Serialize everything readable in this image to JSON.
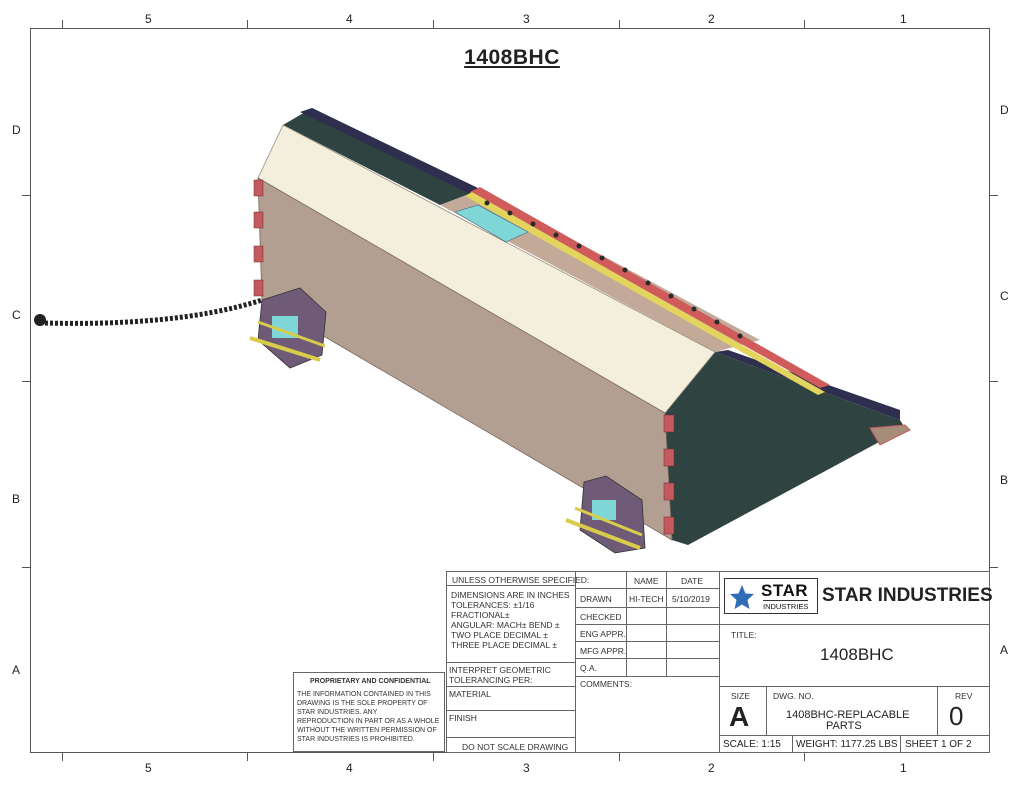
{
  "drawing": {
    "part_title": "1408BHC"
  },
  "zones": {
    "columns_top": [
      "5",
      "4",
      "3",
      "2",
      "1"
    ],
    "columns_bottom": [
      "5",
      "4",
      "3",
      "2",
      "1"
    ],
    "rows_left": [
      "D",
      "C",
      "B",
      "A"
    ],
    "rows_right": [
      "D",
      "C",
      "B",
      "A"
    ]
  },
  "tolerance_block": {
    "header": "UNLESS OTHERWISE SPECIFIED:",
    "line1": "DIMENSIONS ARE IN INCHES",
    "line2": "TOLERANCES: ±1/16",
    "line3": "FRACTIONAL±",
    "line4": "ANGULAR: MACH±    BEND ±",
    "line5": "TWO PLACE DECIMAL    ±",
    "line6": "THREE PLACE DECIMAL  ±",
    "interpret1": "INTERPRET GEOMETRIC",
    "interpret2": "TOLERANCING PER:",
    "material": "MATERIAL",
    "finish": "FINISH",
    "do_not_scale": "DO NOT SCALE DRAWING"
  },
  "approvals": {
    "name_header": "NAME",
    "date_header": "DATE",
    "drawn_label": "DRAWN",
    "drawn_name": "HI-TECH",
    "drawn_date": "5/10/2019",
    "checked_label": "CHECKED",
    "eng_label": "ENG APPR.",
    "mfg_label": "MFG APPR.",
    "qa_label": "Q.A.",
    "comments_label": "COMMENTS:"
  },
  "company": {
    "logo_text_big": "STAR",
    "logo_text_small": "INDUSTRIES",
    "name": "STAR INDUSTRIES"
  },
  "title_block": {
    "title_label": "TITLE:",
    "title_value": "1408BHC",
    "size_label": "SIZE",
    "size_value": "A",
    "dwg_label": "DWG.  NO.",
    "dwg_line1": "1408BHC-REPLACABLE",
    "dwg_line2": "PARTS",
    "rev_label": "REV",
    "rev_value": "0",
    "scale": "SCALE: 1:15",
    "weight": "WEIGHT: 1177.25 LBS",
    "sheet": "SHEET 1 OF 2"
  },
  "proprietary": {
    "heading": "PROPRIETARY AND CONFIDENTIAL",
    "l1": "THE INFORMATION CONTAINED IN THIS",
    "l2": "DRAWING IS THE SOLE PROPERTY OF",
    "l3": "STAR INDUSTRIES.  ANY",
    "l4": "REPRODUCTION IN PART OR AS A WHOLE",
    "l5": "WITHOUT THE WRITTEN PERMISSION OF",
    "l6": "STAR INDUSTRIES IS PROHIBITED."
  },
  "colors": {
    "body_side": "#b39e92",
    "top_panel": "#f4efdd",
    "dark_panel": "#2f4440",
    "navy_edge": "#2e2e4e",
    "cyan_part": "#7fd6d6",
    "red_tab": "#c55a5e",
    "bracket": "#6f5a78",
    "pin": "#d8cc4a",
    "logo_blue": "#2f6db5"
  }
}
